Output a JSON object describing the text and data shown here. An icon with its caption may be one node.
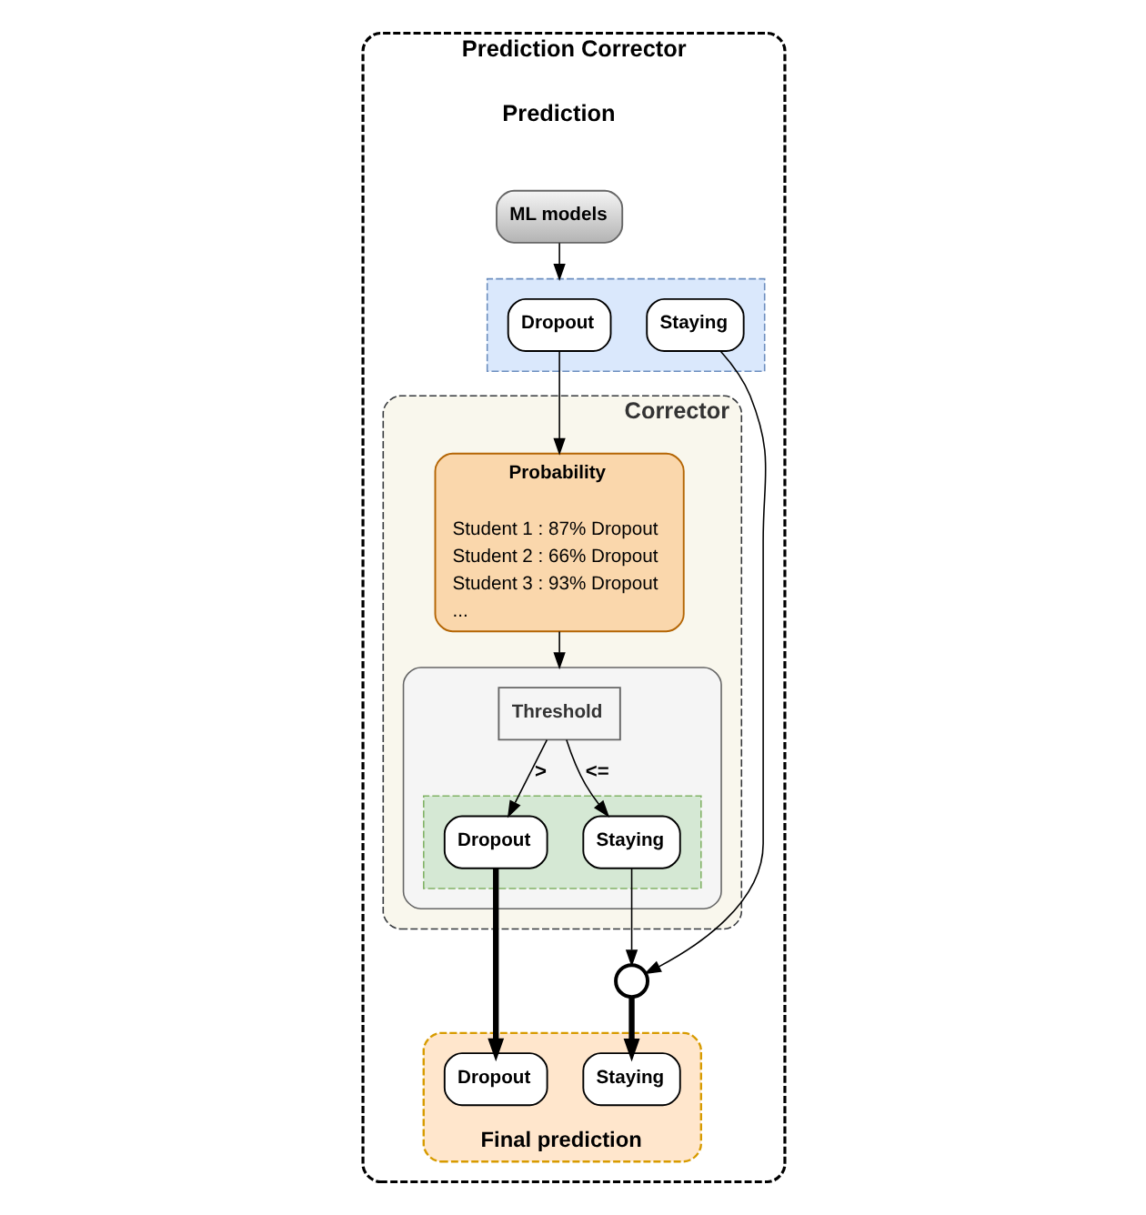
{
  "diagram": {
    "nodes": [
      {
        "text": [
          "Prediction Corrector"
        ]
      },
      {
        "text": [
          "ML models"
        ],
        "in": 0
      },
      {
        "text": [],
        "shape": "box",
        "in": 0
      },
      {
        "text": [
          "Dropout"
        ],
        "in": 2
      },
      {
        "text": [
          "Staying"
        ],
        "in": 2
      },
      {
        "text": [
          "Corrector"
        ],
        "in": 0
      },
      {
        "text": [
          "Probability",
          "Student 1 : 87% Dropout",
          "Student 2 : 66% Dropout",
          "Student 3 : 93% Dropout",
          "..."
        ],
        "in": 5
      },
      {
        "text": [],
        "shape": "box",
        "in": 5
      },
      {
        "text": [
          "Threshold"
        ],
        "in": 7
      },
      {
        "text": [],
        "shape": "box",
        "in": 7
      },
      {
        "text": [
          "Staying"
        ],
        "in": 9
      },
      {
        "text": [
          "Dropout"
        ],
        "in": 9
      },
      {
        "text": [],
        "shape": "circle",
        "in": 0
      },
      {
        "text": [
          "Final prediction"
        ],
        "in": 0
      },
      {
        "text": [
          "Staying"
        ],
        "in": 13
      },
      {
        "text": [
          "Dropout"
        ],
        "in": 13
      }
    ],
    "edges": [
      {
        "from": 1,
        "to": 2,
        "arrow": "to"
      },
      {
        "from": 3,
        "to": 6,
        "arrow": "to"
      },
      {
        "from": 6,
        "to": 7,
        "arrow": "to"
      },
      {
        "from": 8,
        "to": 10,
        "arrow": "to",
        "label": "<="
      },
      {
        "from": 8,
        "to": 11,
        "arrow": "to",
        "label": ">"
      },
      {
        "from": 4,
        "to": 12,
        "arrow": "to"
      },
      {
        "from": 10,
        "to": 12,
        "arrow": "to"
      },
      {
        "from": 12,
        "to": 14,
        "arrow": "to",
        "style": "thick"
      },
      {
        "from": 11,
        "to": 15,
        "arrow": "to",
        "style": "thick"
      }
    ],
    "labels": [
      "Prediction"
    ]
  }
}
